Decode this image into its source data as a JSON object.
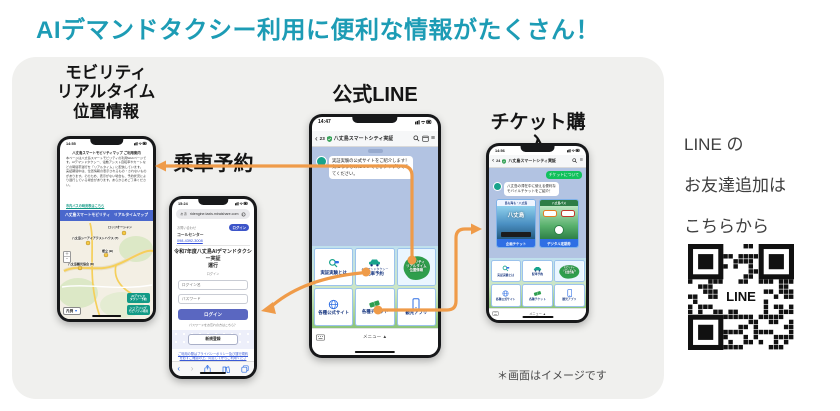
{
  "page": {
    "title": "AIデマンドタクシー利用に便利な情報がたくさん！",
    "note": "＊画面はイメージです"
  },
  "labels": {
    "mobility": "モビリティ\nリアルタイム\n位置情報",
    "booking": "乗車予約",
    "line": "公式LINE",
    "ticket": "チケット購入"
  },
  "friend": {
    "line1": "LINE の",
    "line2": "お友達追加は",
    "line3": "こちらから",
    "qr_label": "LINE"
  },
  "icons": {
    "back": "‹",
    "forward": "›",
    "menu": "≡",
    "plus": "＋",
    "minus": "−",
    "dropdown": "▼"
  },
  "menu": {
    "bar": "メニュー ▲",
    "tiles": [
      {
        "label": "実証実験とは"
      },
      {
        "sub": "AIデマンドタクシー",
        "label": "配車予約"
      },
      {
        "label": "モビリティ\nリアルタイム\n位置情報"
      },
      {
        "label": "各種公式サイト"
      },
      {
        "label": "各種チケット"
      },
      {
        "label": "観光アプリ"
      }
    ]
  },
  "map_phone": {
    "time": "14:55",
    "header": "八丈島スマートモビリティマップ ご利用案内",
    "body": "本ページは八丈島スマートモビリティの利用Webページです。AIデマンドタクシー、電動アシスト自転車やカートなどの時間帯運行を「リアルタイム」に配信しています。\n実証期間中は、位置情報の表示されるもの・されないものがあります。そのため、表示がない場合も、予約状況により運行している場合があります。あらかじめご了承ください。",
    "link": "市内バスの時刻表はこちら",
    "banner": "八丈島スマートモビリティ　リアルタイムマップ",
    "pins": [
      "ロッジオーシャン",
      "八丈島シーアイアテストハウス (T)",
      "樫立 (B)",
      "八丈島観光協会 (D)"
    ],
    "legend": "凡例",
    "buttons": [
      "AIデマンド\nタクシー予約",
      "シェアリング\nモビリティ利用"
    ]
  },
  "booking_phone": {
    "time": "15:24",
    "url_left": "ぁあ",
    "url": "ridengine.taxis.miraishare.com",
    "contact": "お問い合わせ",
    "login_chip": "ログイン",
    "call_center": "コールセンター",
    "tel": "098-4392-3008",
    "title": "令和7年度八丈島AIデマンドタクシー実証\n運行",
    "subtitle": "ログイン",
    "login_field": "ログイン名",
    "password_field": "パスワード",
    "login_button": "ログイン",
    "forgot": "パスワードをお忘れの方はこちら？",
    "register_button": "新規登録",
    "terms": "ご利用の際はプライバシーポリシー及び運行規約を必ずご確認の上、同意してからご利用ください。"
  },
  "line_phone": {
    "time": "14:47",
    "back": "23",
    "name": "八丈島スマートシティ実証",
    "message": "実証実験の公式サイトをご紹介します！\n気になるものについてぜひタップしてみてください。"
  },
  "ticket_phone": {
    "time": "14:56",
    "back": "24",
    "name": "八丈島スマートシティ実証",
    "user_message": "チケットについて",
    "reply": "八丈島の滞在中に使える便利な\nモバイルチケットをご紹介！",
    "card1": {
      "tag": "島も海も・八丈島",
      "photo": "八丈島",
      "button": "企画チケット"
    },
    "card2": {
      "tag": "八丈島バス",
      "button": "デジタル定期券"
    }
  },
  "colors": {
    "accent_teal": "#1d9cb5",
    "arrow_orange": "#ef9b49",
    "line_green": "#12c15d",
    "panel_gray": "#f0f0ee"
  }
}
